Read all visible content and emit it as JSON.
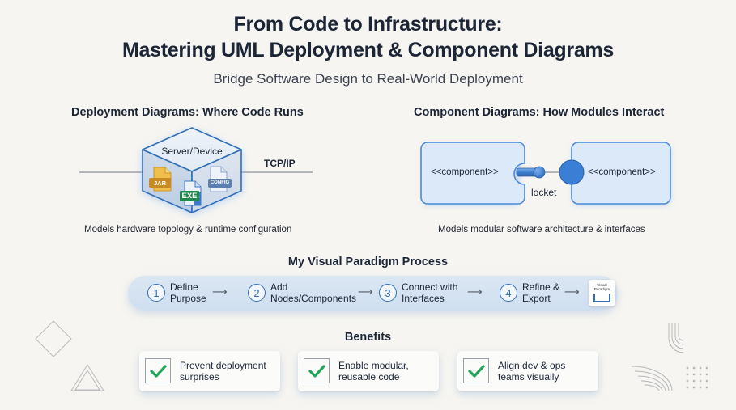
{
  "header": {
    "title_line1": "From Code to Infrastructure:",
    "title_line2": "Mastering UML Deployment & Component Diagrams",
    "subtitle": "Bridge Software Design to Real-World Deployment"
  },
  "deployment": {
    "heading": "Deployment Diagrams: Where Code Runs",
    "node_label": "Server/Device",
    "protocol_label": "TCP/IP",
    "artifacts": [
      {
        "label": "JAR",
        "color": "#e0a52c"
      },
      {
        "label": "EXE",
        "color": "#1f8a4c"
      },
      {
        "label": "CONFIG",
        "color": "#5b7fb0"
      }
    ],
    "caption": "Models hardware topology & runtime configuration"
  },
  "component": {
    "heading": "Component Diagrams: How Modules Interact",
    "left_label": "<<component>>",
    "right_label": "<<component>>",
    "interface_label": "locket",
    "caption": "Models modular software architecture & interfaces"
  },
  "process": {
    "heading": "My Visual Paradigm Process",
    "steps": [
      {
        "num": "1",
        "line1": "Define",
        "line2": "Purpose"
      },
      {
        "num": "2",
        "line1": "Add",
        "line2": "Nodes/Components"
      },
      {
        "num": "3",
        "line1": "Connect with",
        "line2": "Interfaces"
      },
      {
        "num": "4",
        "line1": "Refine &",
        "line2": "Export"
      }
    ],
    "arrow": "⟶",
    "logo_text_line1": "Visual",
    "logo_text_line2": "Paradigm"
  },
  "benefits": {
    "heading": "Benefits",
    "items": [
      {
        "line1": "Prevent deployment",
        "line2": "surprises"
      },
      {
        "line1": "Enable modular,",
        "line2": "reusable code"
      },
      {
        "line1": "Align dev & ops",
        "line2": "teams visually"
      }
    ],
    "check_color": "#22a559"
  },
  "colors": {
    "accent_blue": "#2f6fb8",
    "component_fill": "#dce9f8",
    "background": "#f6f5f1"
  }
}
